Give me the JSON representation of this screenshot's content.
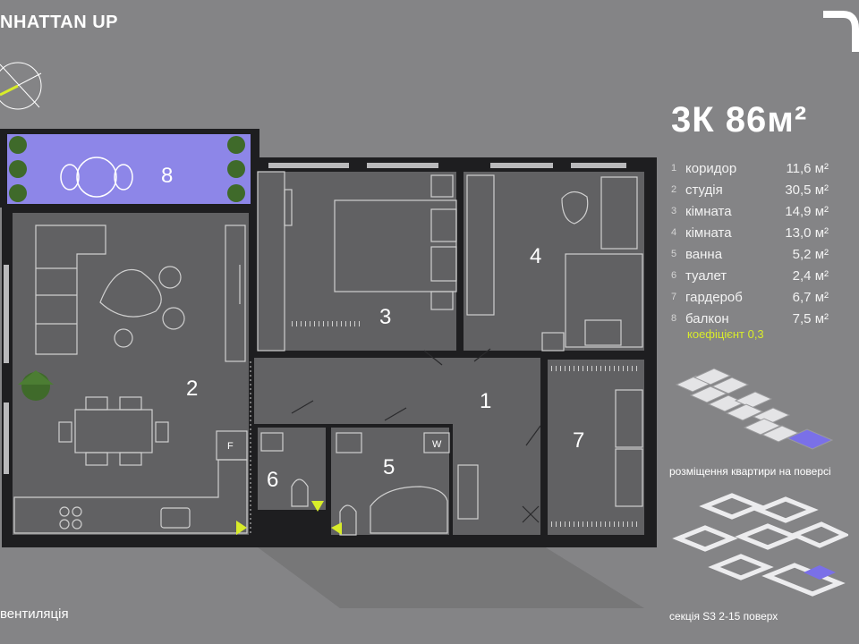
{
  "header": {
    "brand": "NHATTAN UP"
  },
  "apartment": {
    "title": "3К 86м²",
    "rooms": [
      {
        "num": "1",
        "name": "коридор",
        "area": "11,6 м²"
      },
      {
        "num": "2",
        "name": "студія",
        "area": "30,5 м²"
      },
      {
        "num": "3",
        "name": "кімната",
        "area": "14,9 м²"
      },
      {
        "num": "4",
        "name": "кімната",
        "area": "13,0 м²"
      },
      {
        "num": "5",
        "name": "ванна",
        "area": "5,2 м²"
      },
      {
        "num": "6",
        "name": "туалет",
        "area": "2,4 м²"
      },
      {
        "num": "7",
        "name": "гардероб",
        "area": "6,7 м²"
      },
      {
        "num": "8",
        "name": "балкон",
        "area": "7,5 м²"
      }
    ],
    "coefficient": "коефіцієнт 0,3"
  },
  "plan": {
    "room_labels": [
      "1",
      "2",
      "3",
      "4",
      "5",
      "6",
      "7",
      "8"
    ],
    "fridge_label": "F",
    "washer_label": "W"
  },
  "captions": {
    "floor_location": "розміщення квартири на поверсі",
    "section": "секція S3 2-15 поверх",
    "legend": "вентиляція"
  },
  "colors": {
    "background": "#848486",
    "wall": "#1e1e20",
    "floor": "#616163",
    "balcony": "#8d86e8",
    "accent": "#d8ec2a",
    "highlight": "#7a70e8"
  }
}
